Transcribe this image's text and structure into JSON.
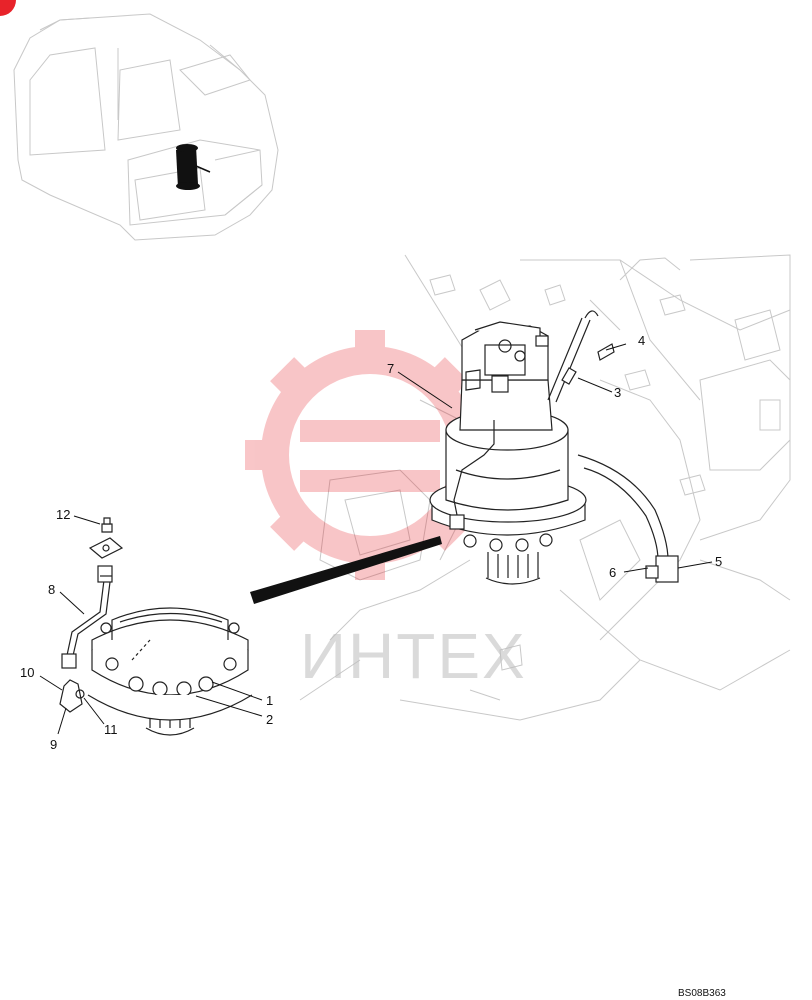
{
  "figure_code": "BS08B363",
  "watermark_text": "ИНТЕХ",
  "colors": {
    "watermark_red": "#e8232a",
    "line": "#222222",
    "background_line": "#c8c8c8"
  },
  "callouts": [
    {
      "id": "c1",
      "label": "1"
    },
    {
      "id": "c2",
      "label": "2"
    },
    {
      "id": "c3",
      "label": "3"
    },
    {
      "id": "c4",
      "label": "4"
    },
    {
      "id": "c5",
      "label": "5"
    },
    {
      "id": "c6",
      "label": "6"
    },
    {
      "id": "c7",
      "label": "7"
    },
    {
      "id": "c8",
      "label": "8"
    },
    {
      "id": "c9",
      "label": "9"
    },
    {
      "id": "c10",
      "label": "10"
    },
    {
      "id": "c11",
      "label": "11"
    },
    {
      "id": "c12",
      "label": "12"
    }
  ]
}
